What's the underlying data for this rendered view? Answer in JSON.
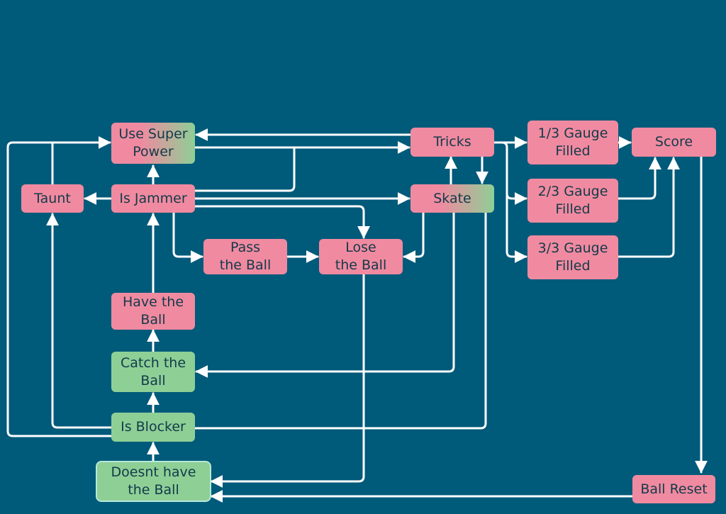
{
  "nodes": {
    "use_super_power": "Use Super\nPower",
    "tricks": "Tricks",
    "gauge_1_3": "1/3 Gauge\nFilled",
    "score": "Score",
    "taunt": "Taunt",
    "is_jammer": "Is Jammer",
    "skate": "Skate",
    "gauge_2_3": "2/3 Gauge\nFilled",
    "pass_the_ball": "Pass\nthe Ball",
    "lose_the_ball": "Lose\nthe Ball",
    "gauge_3_3": "3/3 Gauge\nFilled",
    "have_the_ball": "Have the\nBall",
    "catch_the_ball": "Catch the\nBall",
    "is_blocker": "Is Blocker",
    "doesnt_have_the_ball": "Doesnt have\nthe Ball",
    "ball_reset": "Ball Reset"
  },
  "colors": {
    "background": "#005a7a",
    "pink_node": "#f08aa0",
    "green_node": "#8ecf96",
    "edge": "#ffffff",
    "text": "#123a4a"
  }
}
